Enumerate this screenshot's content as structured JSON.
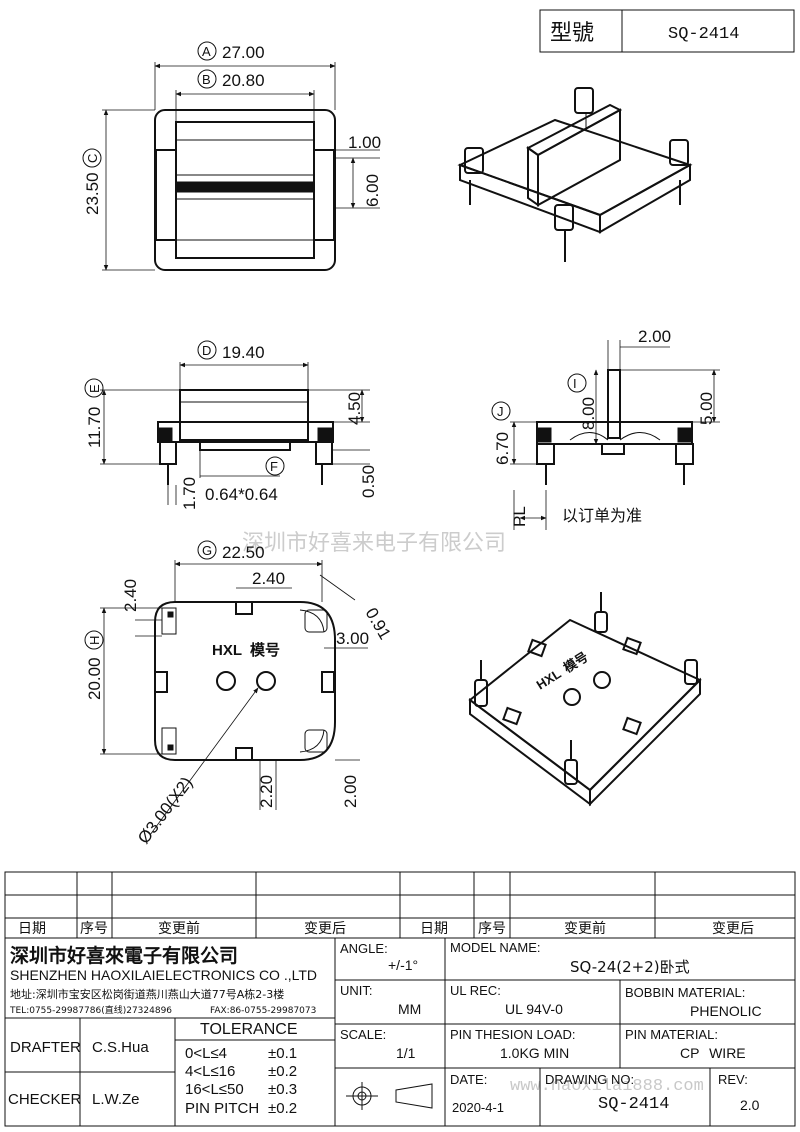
{
  "header": {
    "model_label": "型號",
    "model_value": "SQ-2414"
  },
  "top_view": {
    "dims": [
      {
        "tag": "A",
        "value": "27.00"
      },
      {
        "tag": "B",
        "value": "20.80"
      },
      {
        "tag": "C",
        "value": "23.50"
      }
    ],
    "dim_right_1": "1.00",
    "dim_right_2": "6.00"
  },
  "front_view": {
    "dim_d": {
      "tag": "D",
      "value": "19.40"
    },
    "dim_e": {
      "tag": "E",
      "value": "11.70"
    },
    "dim_f": {
      "tag": "F",
      "value": "0.64*0.64"
    },
    "dim_450": "4.50",
    "dim_050": "0.50",
    "dim_170": "1.70"
  },
  "side_view": {
    "dim_200": "2.00",
    "dim_i": {
      "tag": "I",
      "value": "8.00"
    },
    "dim_j": {
      "tag": "J",
      "value": "6.70"
    },
    "dim_500": "5.00",
    "pl_label": "PL",
    "pl_note": "以订单为准"
  },
  "bottom_view": {
    "dim_g": {
      "tag": "G",
      "value": "22.50"
    },
    "dim_h": {
      "tag": "H",
      "value": "20.00"
    },
    "dim_240a": "2.40",
    "dim_240b": "2.40",
    "dim_091": "0.91",
    "dim_300": "3.00",
    "dim_220": "2.20",
    "dim_200": "2.00",
    "hole_label": "Ø3.00(X2)",
    "mark_brand": "HXL",
    "mark_mold": "模号"
  },
  "iso_bottom": {
    "mark_brand": "HXL",
    "mark_mold": "模号"
  },
  "watermark": {
    "company": "深圳市好喜来电子有限公司",
    "site": "www.haoxilai888.com"
  },
  "revision_table": {
    "headers": [
      "日期",
      "序号",
      "变更前",
      "变更后",
      "日期",
      "序号",
      "变更前",
      "变更后"
    ]
  },
  "title_block": {
    "company_cn": "深圳市好喜來電子有限公司",
    "company_en": "SHENZHEN HAOXILAIELECTRONICS CO .,LTD",
    "address": "地址:深圳市宝安区松岗街道燕川燕山大道77号A栋2-3楼",
    "tel": "TEL:0755-29987786(直线)27324896",
    "fax": "FAX:86-0755-29987073",
    "drafter_label": "DRAFTER",
    "drafter_value": "C.S.Hua",
    "checker_label": "CHECKER",
    "checker_value": "L.W.Ze",
    "tolerance_title": "TOLERANCE",
    "tolerances": [
      {
        "range": "0<L≤4",
        "tol": "±0.1"
      },
      {
        "range": "4<L≤16",
        "tol": "±0.2"
      },
      {
        "range": "16<L≤50",
        "tol": "±0.3"
      },
      {
        "range": "PIN PITCH",
        "tol": "±0.2"
      }
    ],
    "angle_label": "ANGLE:",
    "angle_value": "+/-1°",
    "unit_label": "UNIT:",
    "unit_value": "MM",
    "scale_label": "SCALE:",
    "scale_value": "1/1",
    "model_name_label": "MODEL NAME:",
    "model_name_value": "SQ-24(2+2)卧式",
    "ul_rec_label": "UL REC:",
    "ul_rec_value": "UL 94V-0",
    "bobbin_label": "BOBBIN MATERIAL:",
    "bobbin_value": "PHENOLIC",
    "load_label": "PIN THESION LOAD:",
    "load_value": "1.0KG MIN",
    "pin_material_label": "PIN MATERIAL:",
    "pin_material_value": "CP WIRE",
    "date_label": "DATE:",
    "date_value": "2020-4-1",
    "drawing_no_label": "DRAWING NO:",
    "drawing_no_value": "SQ-2414",
    "rev_label": "REV:",
    "rev_value": "2.0"
  }
}
